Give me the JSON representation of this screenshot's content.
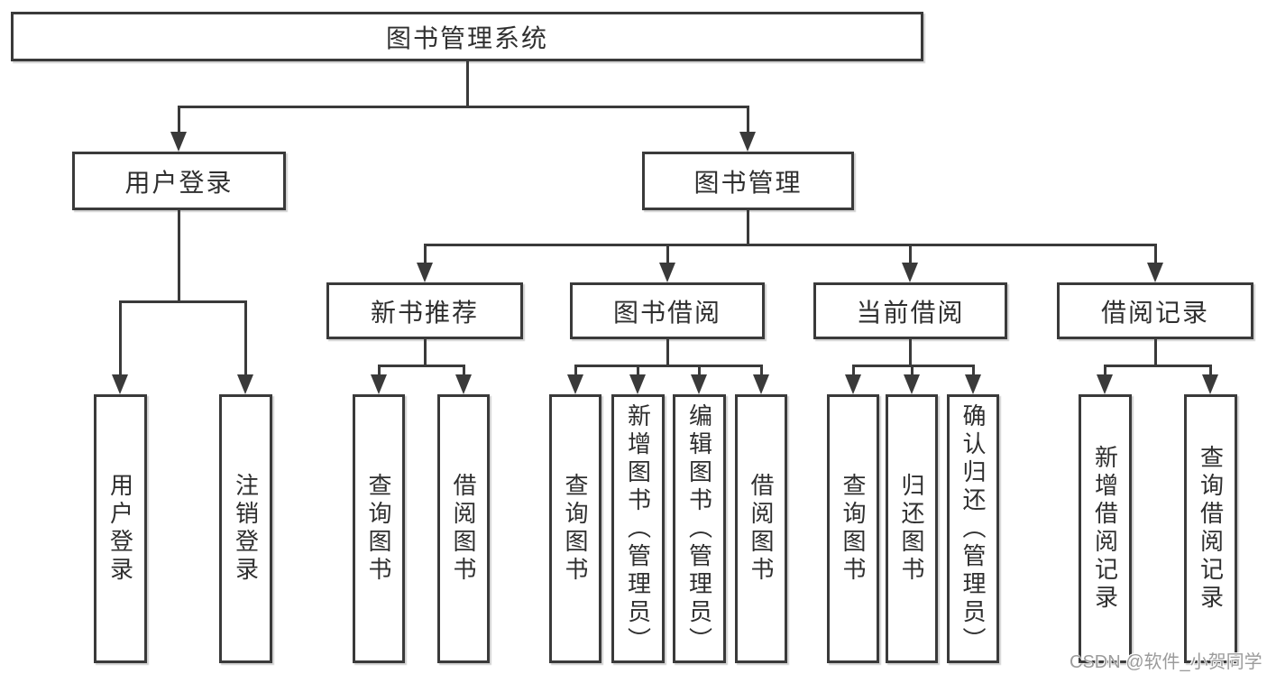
{
  "diagram": {
    "root": {
      "label": "图书管理系统"
    },
    "branches": [
      {
        "label": "用户登录",
        "children": [
          {
            "label": "用户登录"
          },
          {
            "label": "注销登录"
          }
        ]
      },
      {
        "label": "图书管理",
        "children": [
          {
            "label": "新书推荐",
            "children": [
              {
                "label": "查询图书"
              },
              {
                "label": "借阅图书"
              }
            ]
          },
          {
            "label": "图书借阅",
            "children": [
              {
                "label": "查询图书"
              },
              {
                "label": "新增图书（管理员）"
              },
              {
                "label": "编辑图书（管理员）"
              },
              {
                "label": "借阅图书"
              }
            ]
          },
          {
            "label": "当前借阅",
            "children": [
              {
                "label": "查询图书"
              },
              {
                "label": "归还图书"
              },
              {
                "label": "确认归还（管理员）"
              }
            ]
          },
          {
            "label": "借阅记录",
            "children": [
              {
                "label": "新增借阅记录"
              },
              {
                "label": "查询借阅记录"
              }
            ]
          }
        ]
      }
    ],
    "watermark": "CSDN @软件_小贺同学",
    "colors": {
      "line": "#3a3a3a",
      "text": "#2f2f2f",
      "watermark": "#9b9b9b",
      "background": "#ffffff"
    }
  }
}
